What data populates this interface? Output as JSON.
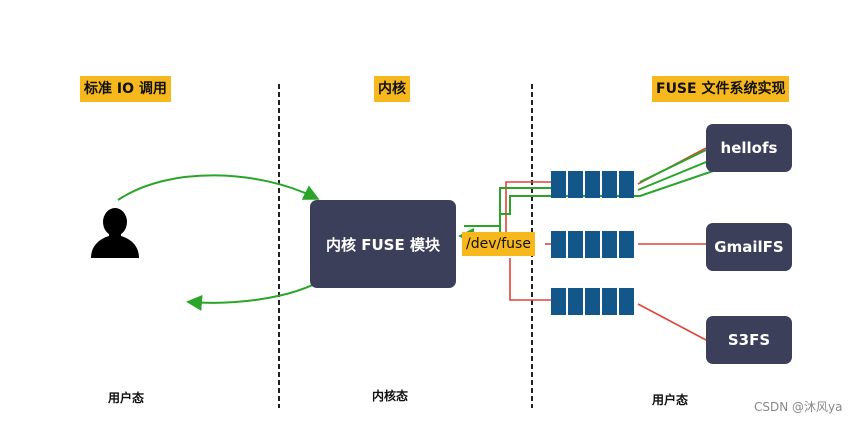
{
  "headers": {
    "left": "标准 IO 调用",
    "middle": "内核",
    "right": "FUSE 文件系统实现"
  },
  "kernel_module": "内核 FUSE 模块",
  "dev_fuse": "/dev/fuse",
  "filesystems": [
    "hellofs",
    "GmailFS",
    "S3FS"
  ],
  "footer": {
    "left": "用户态",
    "middle": "内核态",
    "right": "用户态"
  },
  "watermark": "CSDN @沐风ya",
  "icons": {
    "user": "user-silhouette-icon"
  },
  "colors": {
    "label_bg": "#f6b81d",
    "box_bg": "#3b3f5a",
    "queue": "#12568a",
    "green_arrow": "#2aa52a",
    "red_line": "#e0443a"
  }
}
